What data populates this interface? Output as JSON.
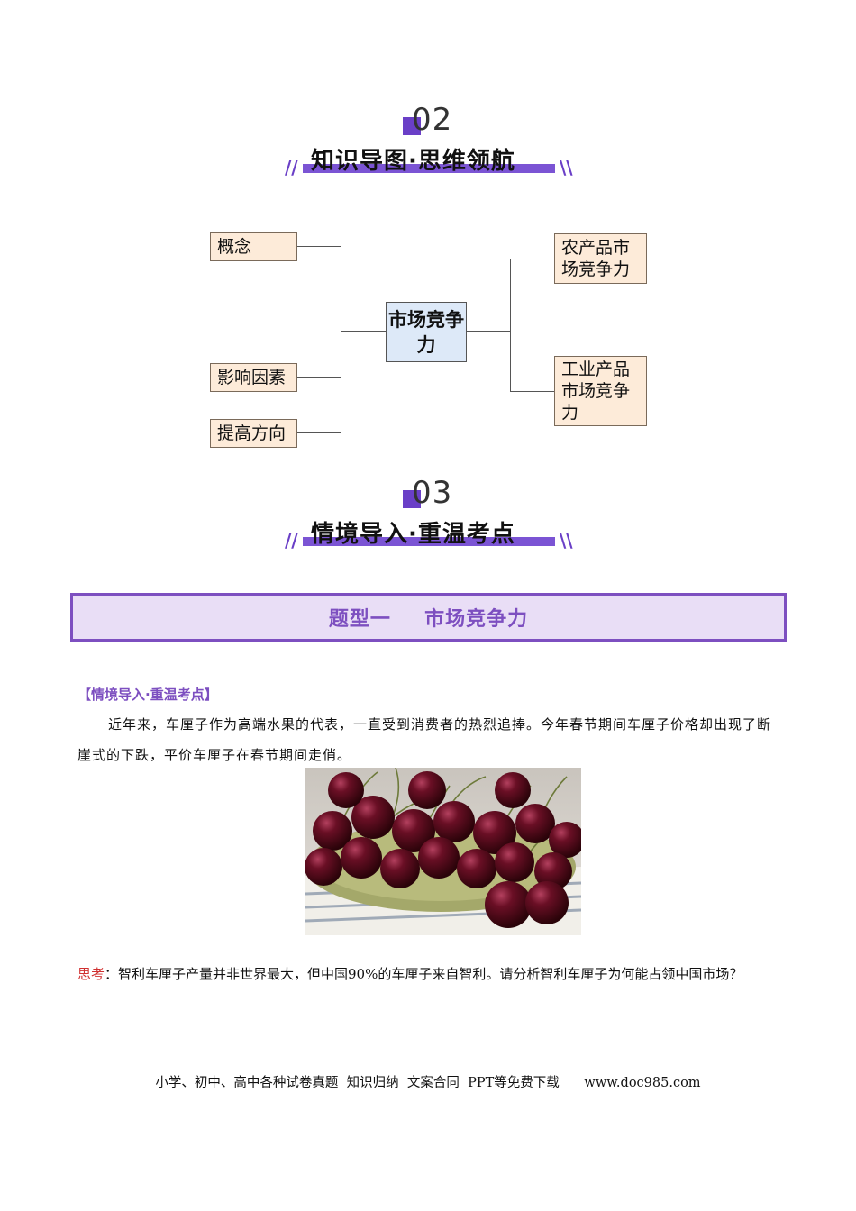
{
  "section_knowledge": {
    "number": "02",
    "title": "知识导图·思维领航",
    "slash_left": "//",
    "slash_right": "\\\\"
  },
  "mindmap": {
    "center": "市场竞争力",
    "left": [
      "概念",
      "影响因素",
      "提高方向"
    ],
    "right": [
      "农产品市场竞争力",
      "工业产品市场竞争力"
    ]
  },
  "section_context": {
    "number": "03",
    "title": "情境导入·重温考点",
    "slash_left": "//",
    "slash_right": "\\\\"
  },
  "type_banner": "题型一  市场竞争力",
  "context_tag": "【情境导入·重温考点】",
  "context_text": "近年来，车厘子作为高端水果的代表，一直受到消费者的热烈追捧。今年春节期间车厘子价格却出现了断崖式的下跌，平价车厘子在春节期间走俏。",
  "photo_subject": "cherries-on-plate",
  "think": {
    "label": "思考",
    "text": "：智利车厘子产量并非世界最大，但中国90%的车厘子来自智利。请分析智利车厘子为何能占领中国市场？"
  },
  "footer": "小学、初中、高中各种试卷真题  知识归纳  文案合同  PPT等免费下载      www.doc985.com",
  "colors": {
    "accent": "#7d4fc0",
    "leaf_fill": "#fdebd9",
    "center_fill": "#dde9f8",
    "think_label": "#d03030"
  }
}
